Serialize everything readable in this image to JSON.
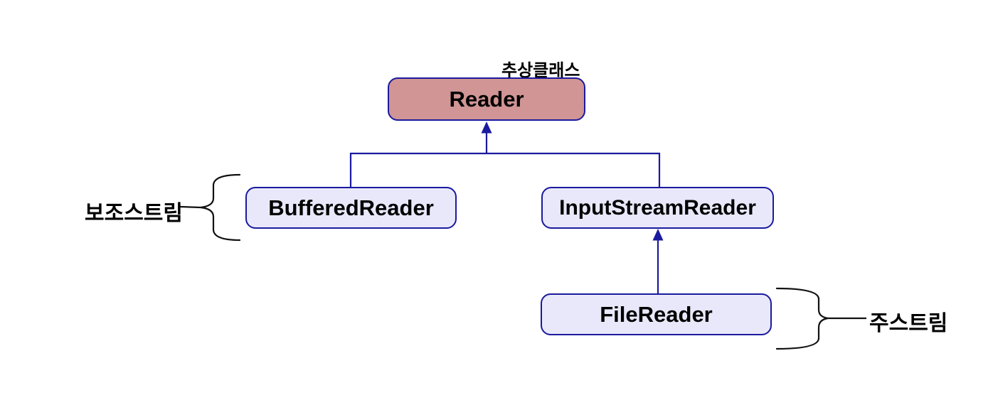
{
  "diagram": {
    "abstract_label": "추상클래스",
    "nodes": {
      "reader": "Reader",
      "buffered_reader": "BufferedReader",
      "input_stream_reader": "InputStreamReader",
      "file_reader": "FileReader"
    },
    "side_labels": {
      "aux_stream": "보조스트림",
      "main_stream": "주스트림"
    },
    "colors": {
      "abstract_fill": "#d09594",
      "class_fill": "#e9e8fa",
      "node_border": "#1a1a9e",
      "connector": "#1a1a9e",
      "brace": "#111111",
      "text": "#000000",
      "background": "#ffffff"
    }
  }
}
